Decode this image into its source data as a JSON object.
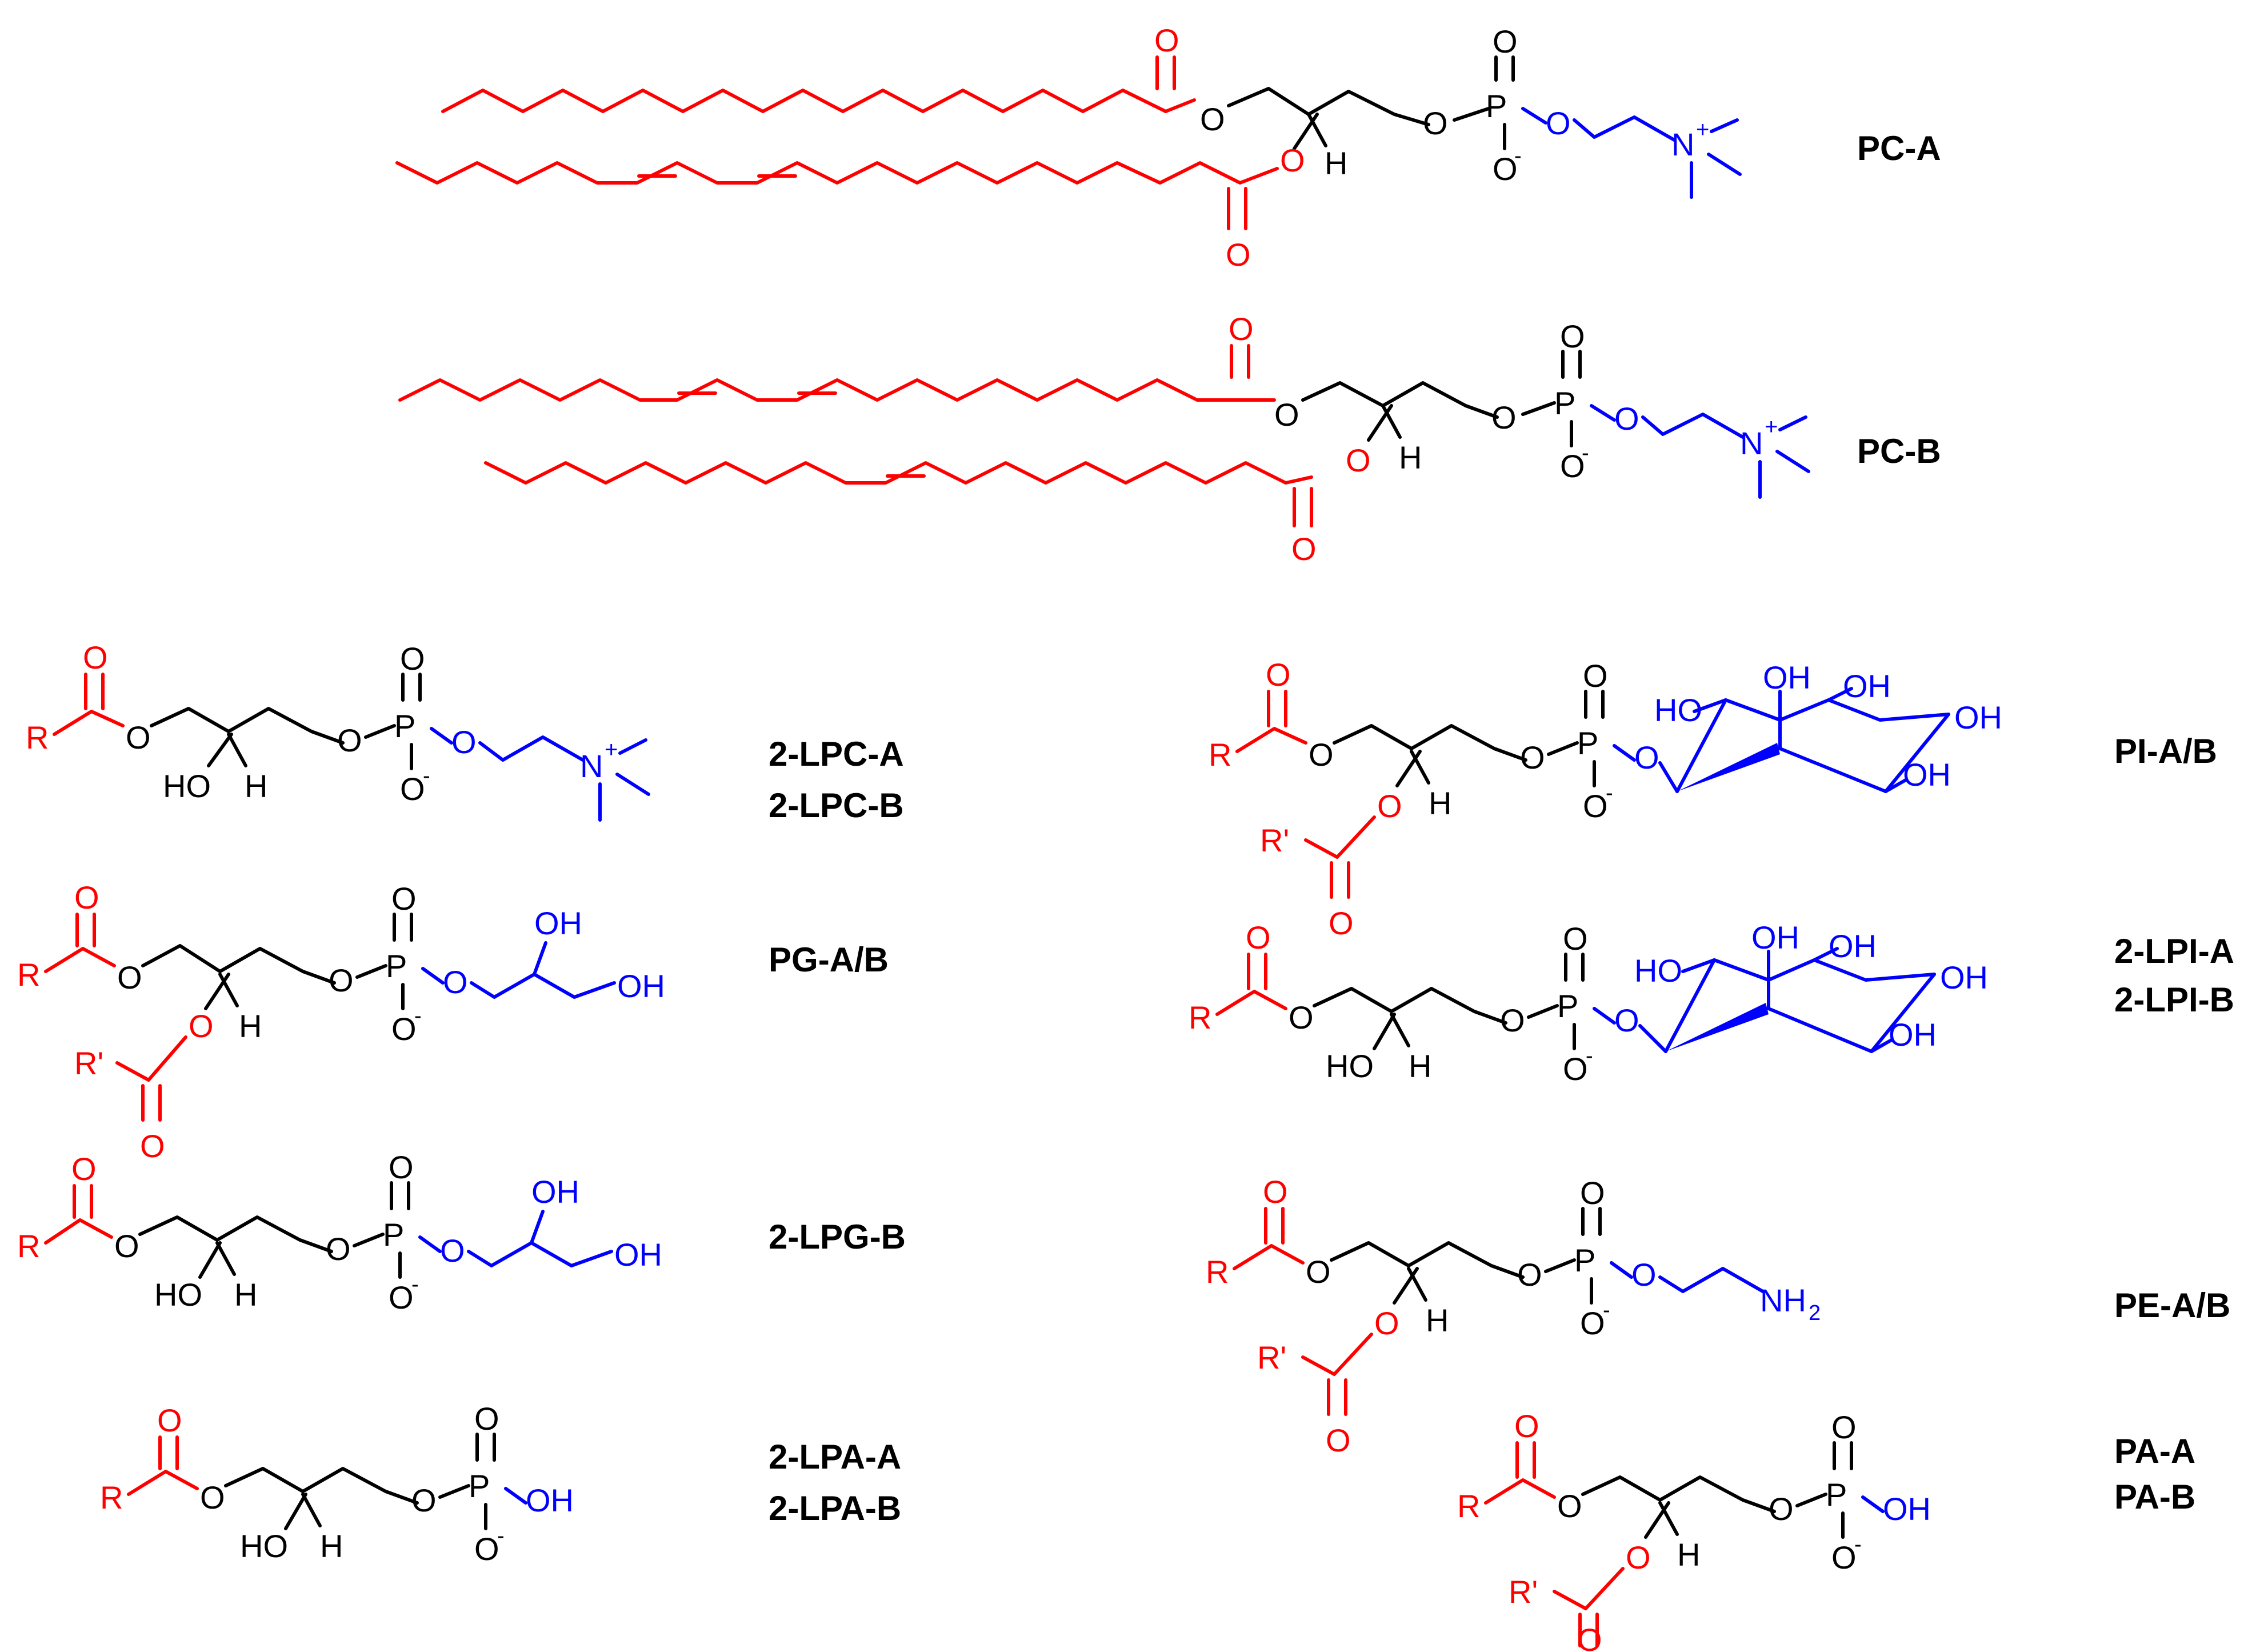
{
  "labels": {
    "pc_a": "PC-A",
    "pc_b": "PC-B",
    "lpc_a": "2-LPC-A",
    "lpc_b": "2-LPC-B",
    "pg": "PG-A/B",
    "lpg_b": "2-LPG-B",
    "lpa_a": "2-LPA-A",
    "lpa_b": "2-LPA-B",
    "pi": "PI-A/B",
    "lpi_a": "2-LPI-A",
    "lpi_b": "2-LPI-B",
    "pe": "PE-A/B",
    "pa_a": "PA-A",
    "pa_b": "PA-B"
  },
  "atoms": {
    "O": "O",
    "P": "P",
    "H": "H",
    "N": "N",
    "R": "R",
    "Rp": "R'",
    "HO": "HO",
    "OH": "OH",
    "NH": "NH",
    "sub2": "2",
    "plus": "+",
    "minus": "-"
  },
  "colors": {
    "acyl": "#ff0000",
    "backbone": "#000000",
    "headgroup": "#0000ff"
  }
}
